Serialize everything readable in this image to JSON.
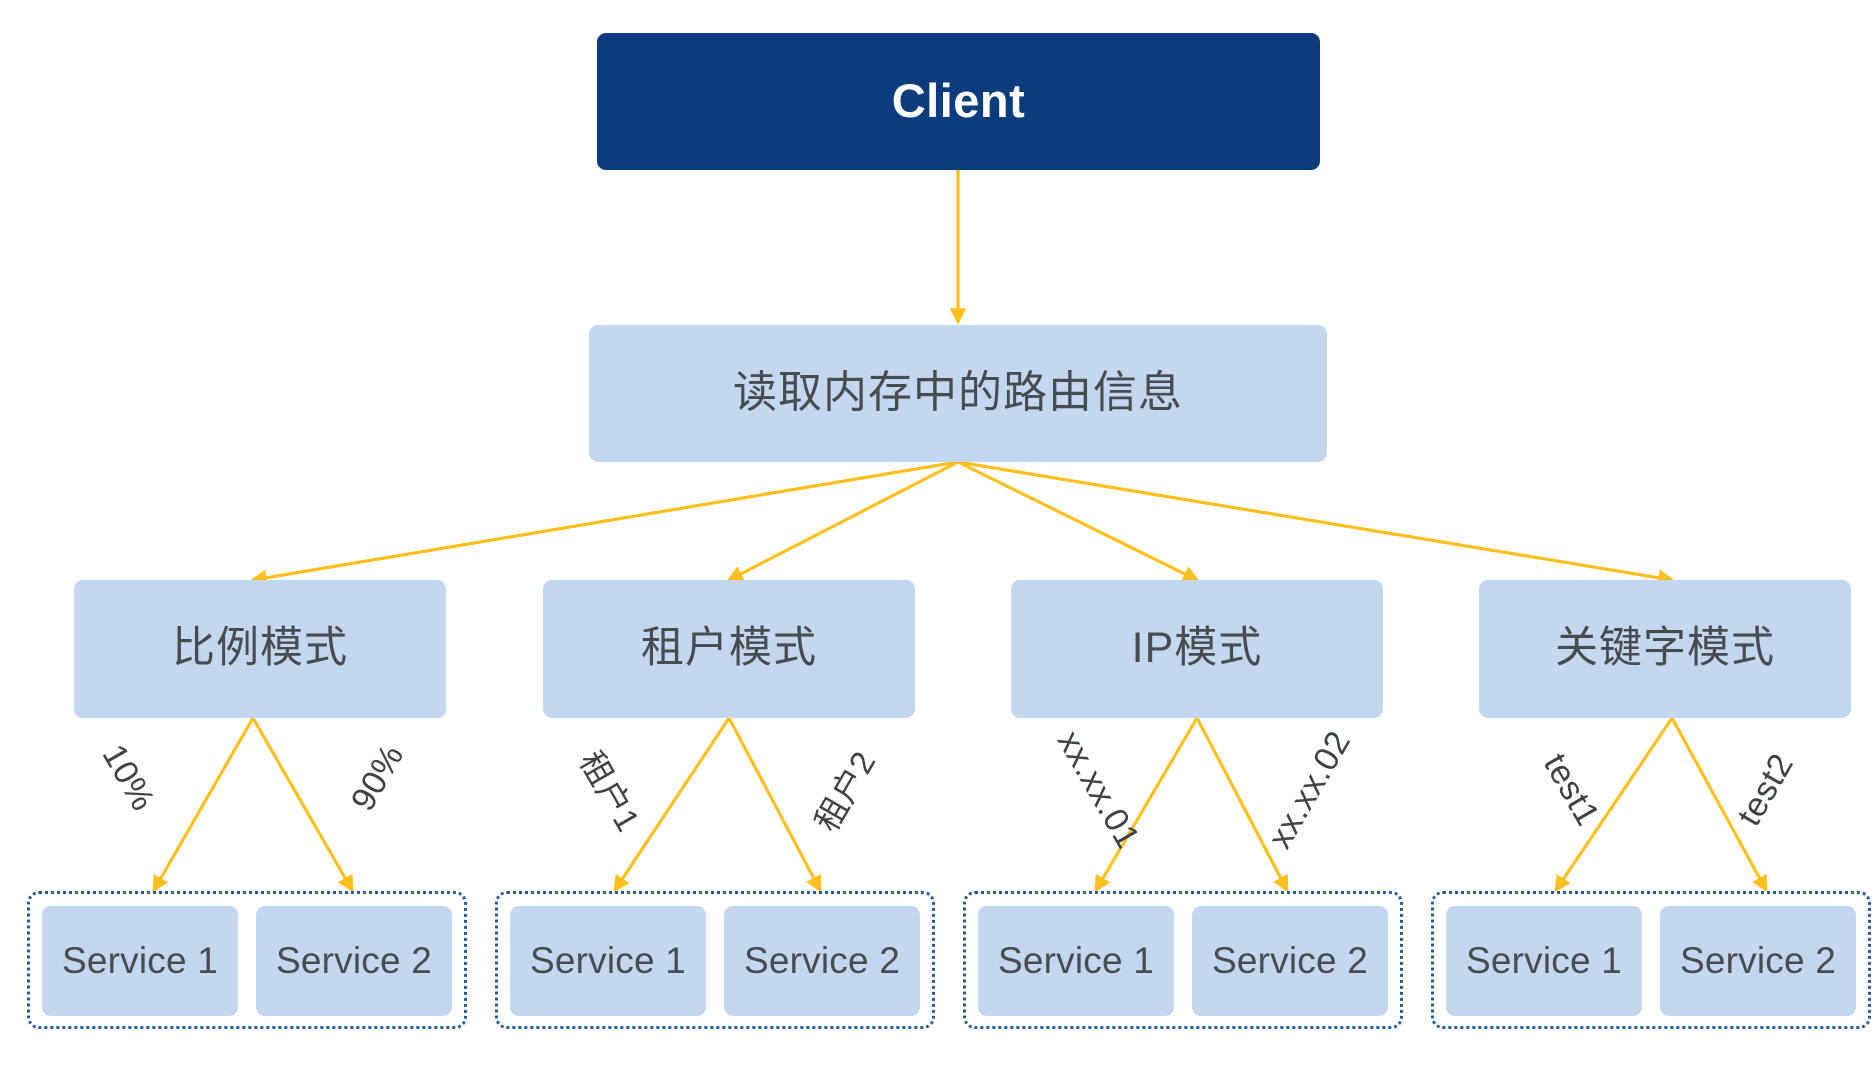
{
  "diagram": {
    "title_node": {
      "label": "Client"
    },
    "router_node": {
      "label": "读取内存中的路由信息"
    },
    "modes": [
      {
        "label": "比例模式",
        "left_edge_label": "10%",
        "right_edge_label": "90%"
      },
      {
        "label": "租户模式",
        "left_edge_label": "租户1",
        "right_edge_label": "租户2"
      },
      {
        "label": "IP模式",
        "left_edge_label": "xx.xx.01",
        "right_edge_label": "xx.xx.02"
      },
      {
        "label": "关键字模式",
        "left_edge_label": "test1",
        "right_edge_label": "test2"
      }
    ],
    "service_groups": [
      {
        "services": [
          {
            "label": "Service 1"
          },
          {
            "label": "Service 2"
          }
        ]
      },
      {
        "services": [
          {
            "label": "Service 1"
          },
          {
            "label": "Service 2"
          }
        ]
      },
      {
        "services": [
          {
            "label": "Service 1"
          },
          {
            "label": "Service 2"
          }
        ]
      },
      {
        "services": [
          {
            "label": "Service 1"
          },
          {
            "label": "Service 2"
          }
        ]
      }
    ],
    "colors": {
      "client_fill": "#0b3c7e",
      "client_text": "#ffffff",
      "box_fill": "#c3d8f0",
      "box_text": "#494c4f",
      "arrow": "#FFBF1C",
      "group_border": "#2a5c96",
      "background": "#ffffff"
    }
  }
}
